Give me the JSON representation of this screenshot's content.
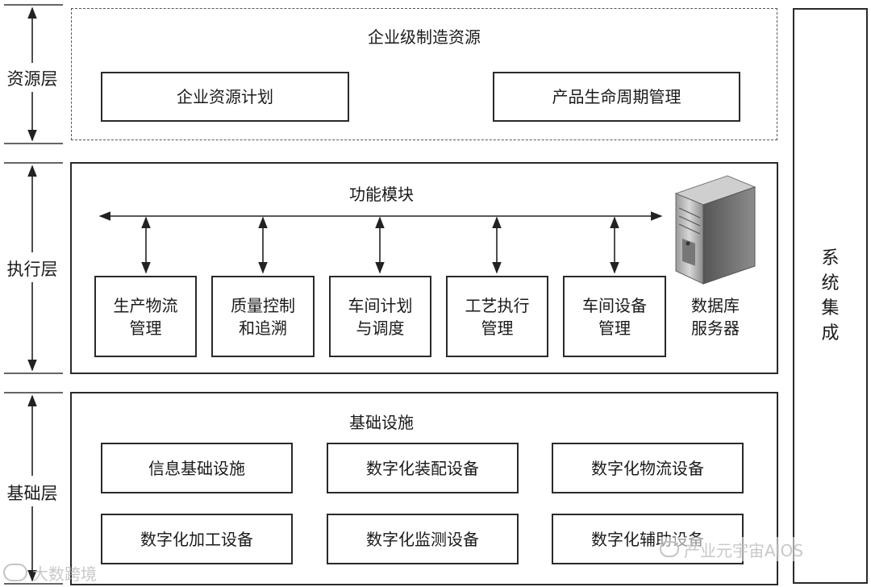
{
  "layers": {
    "resource": "资源层",
    "execution": "执行层",
    "foundation": "基础层"
  },
  "resource_layer": {
    "title": "企业级制造资源",
    "boxes": [
      "企业资源计划",
      "产品生命周期管理"
    ]
  },
  "execution_layer": {
    "title": "功能模块",
    "modules": [
      [
        "生产物流",
        "管理"
      ],
      [
        "质量控制",
        "和追溯"
      ],
      [
        "车间计划",
        "与调度"
      ],
      [
        "工艺执行",
        "管理"
      ],
      [
        "车间设备",
        "管理"
      ]
    ],
    "server_label": [
      "数据库",
      "服务器"
    ]
  },
  "foundation_layer": {
    "title": "基础设施",
    "boxes": [
      "信息基础设施",
      "数字化装配设备",
      "数字化物流设备",
      "数字化加工设备",
      "数字化监测设备",
      "数字化辅助设备"
    ]
  },
  "system_integration": "系统集成",
  "watermarks": {
    "left": "大数跨境",
    "right": "产业元宇宙AIOS"
  },
  "icons": {
    "server": "database-server-icon",
    "wechat": "wechat-icon",
    "logo": "logo-mark-icon"
  }
}
